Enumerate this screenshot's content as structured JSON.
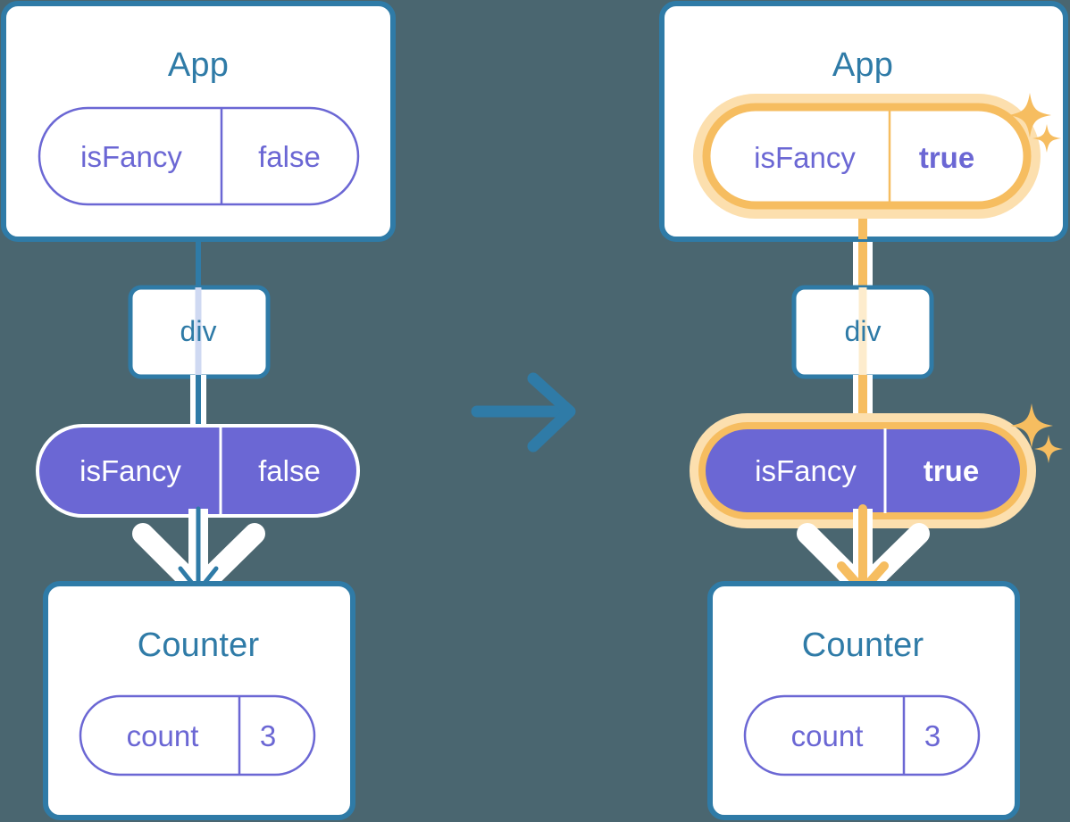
{
  "diagram": {
    "type": "react-state-propagation",
    "background_color": "#4a6670",
    "transition_arrow": {
      "icon": "arrow-right-icon",
      "color": "#2f7ba7"
    },
    "colors": {
      "box_border_blue": "#2f7ba7",
      "title_blue": "#2f7ba7",
      "pill_purple": "#6b67d4",
      "highlight_orange": "#f6bd60",
      "highlight_orange_soft": "#fcdfae",
      "white": "#ffffff",
      "inactive_line": "#cfd9f2"
    }
  },
  "before": {
    "app": {
      "title": "App",
      "pill": {
        "key": "isFancy",
        "value": "false",
        "style": "outline",
        "highlighted": false
      }
    },
    "div": {
      "label": "div"
    },
    "props_pill": {
      "key": "isFancy",
      "value": "false",
      "style": "solid",
      "highlighted": false
    },
    "counter": {
      "title": "Counter",
      "pill": {
        "key": "count",
        "value": "3",
        "style": "outline",
        "highlighted": false
      }
    }
  },
  "after": {
    "app": {
      "title": "App",
      "pill": {
        "key": "isFancy",
        "value": "true",
        "style": "outline",
        "highlighted": true
      }
    },
    "div": {
      "label": "div"
    },
    "props_pill": {
      "key": "isFancy",
      "value": "true",
      "style": "solid",
      "highlighted": true
    },
    "counter": {
      "title": "Counter",
      "pill": {
        "key": "count",
        "value": "3",
        "style": "outline",
        "highlighted": false
      }
    },
    "sparkles": [
      {
        "name": "sparkle-large-app"
      },
      {
        "name": "sparkle-small-app"
      },
      {
        "name": "sparkle-large-props"
      },
      {
        "name": "sparkle-small-props"
      }
    ]
  }
}
